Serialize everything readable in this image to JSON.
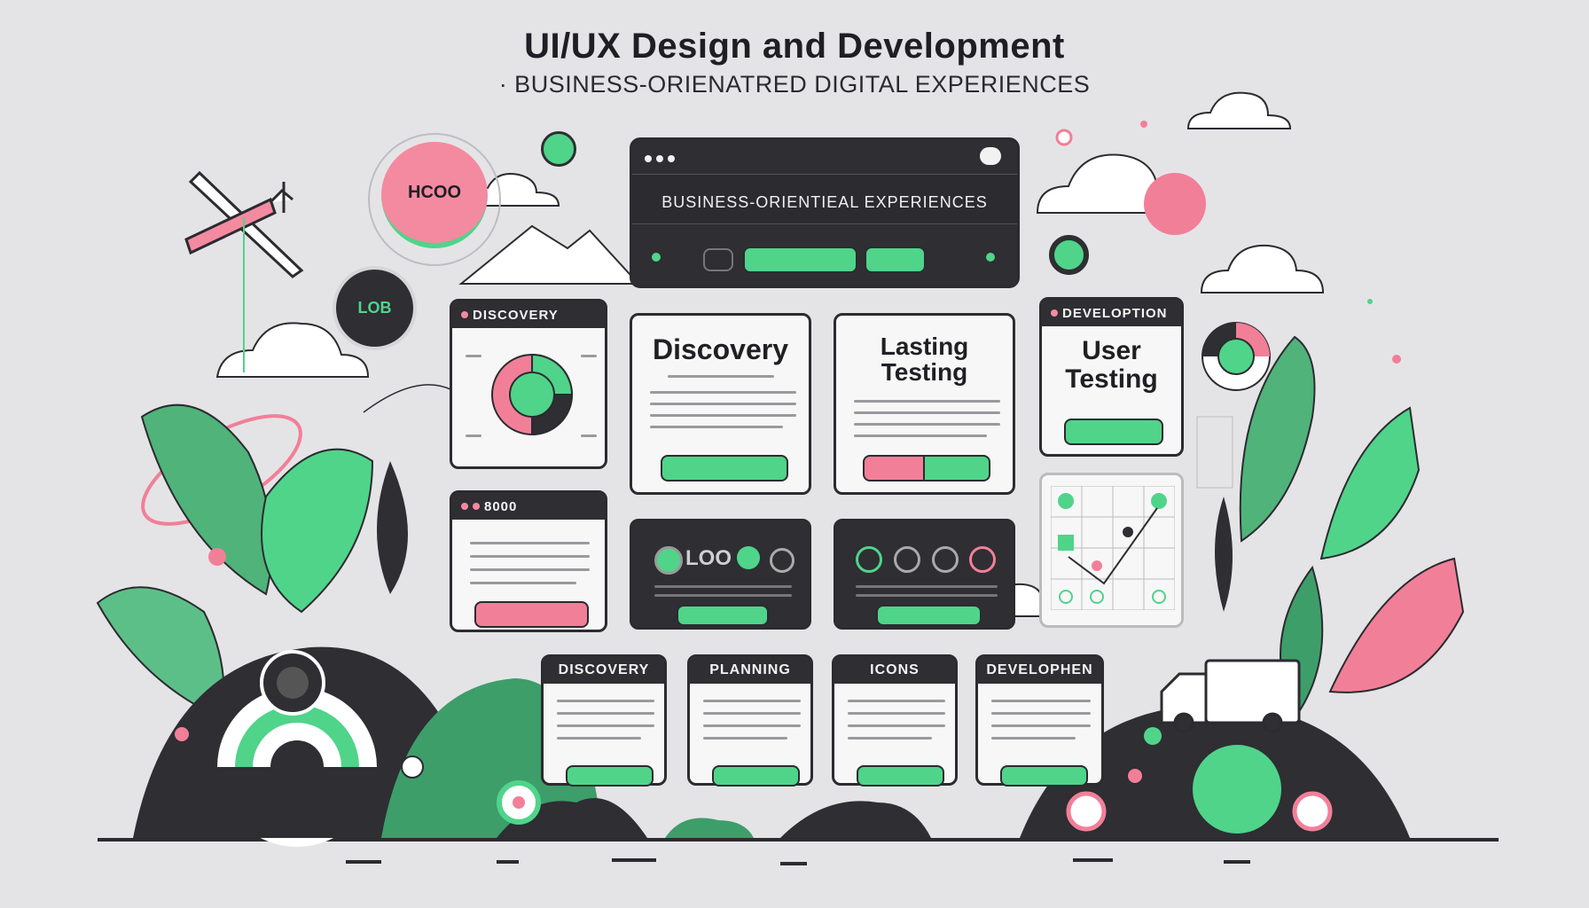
{
  "header": {
    "title": "UI/UX Design and Development",
    "subtitle": "· BUSINESS-ORIENATRED DIGITAL EXPERIENCES"
  },
  "browser": {
    "heading": "BUSINESS-ORIENTIEAL EXPERIENCES"
  },
  "badges": {
    "pink_circle": "HCOO",
    "dark_circle": "LOB"
  },
  "cards_row1": [
    {
      "tab": "DISCOVERY",
      "type": "chart"
    },
    {
      "heading": "Discovery"
    },
    {
      "heading": "Lasting Testing"
    },
    {
      "tab": "DEVELOPTION",
      "heading": "User Testing"
    }
  ],
  "dark_tiles": [
    {
      "text": "LOO"
    }
  ],
  "small_card_tab": "8000",
  "bottom_boxes": [
    {
      "label": "DISCOVERY"
    },
    {
      "label": "PLANNING"
    },
    {
      "label": "ICONS"
    },
    {
      "label": "DEVELOPHEN"
    }
  ],
  "colors": {
    "accent_green": "#4fd48a",
    "accent_pink": "#f27f98",
    "dark": "#2e2e33",
    "background": "#e4e4e6"
  },
  "icons": [
    "airplane-icon",
    "cloud-icon",
    "leaf-icon",
    "flower-icon",
    "truck-icon",
    "donut-chart-icon"
  ]
}
